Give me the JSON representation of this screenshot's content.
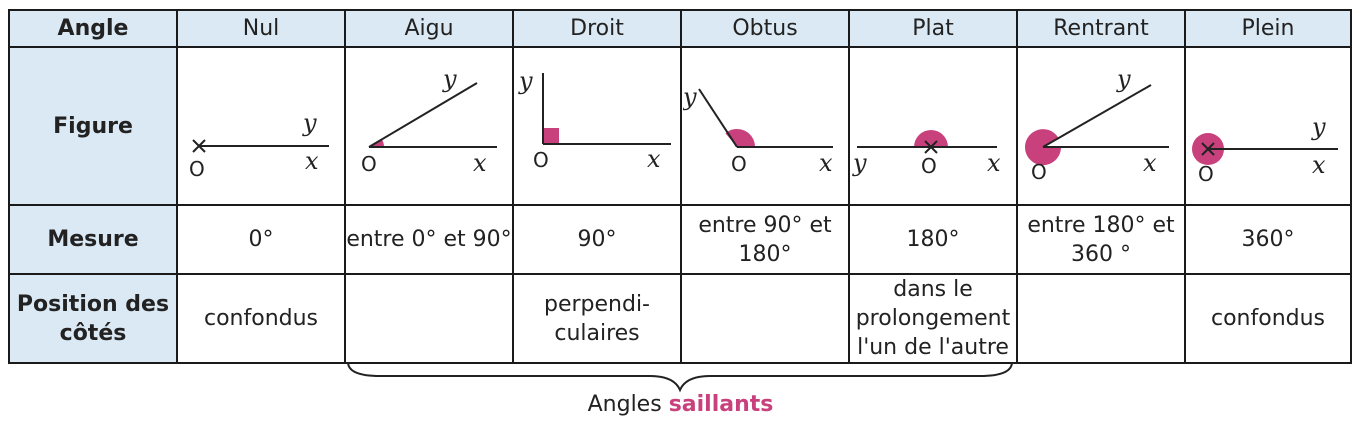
{
  "table": {
    "row_headers": {
      "angle": "Angle",
      "figure": "Figure",
      "mesure": "Mesure",
      "position": "Position des côtés"
    },
    "columns": [
      {
        "name": "Nul",
        "mesure": "0°",
        "position": "confondus"
      },
      {
        "name": "Aigu",
        "mesure": "entre 0° et 90°",
        "position": ""
      },
      {
        "name": "Droit",
        "mesure": "90°",
        "position": "perpendi-culaires"
      },
      {
        "name": "Obtus",
        "mesure": "entre 90° et 180°",
        "position": ""
      },
      {
        "name": "Plat",
        "mesure": "180°",
        "position": "dans le prolongement l'un de l'autre"
      },
      {
        "name": "Rentrant",
        "mesure": "entre 180° et 360 °",
        "position": ""
      },
      {
        "name": "Plein",
        "mesure": "360°",
        "position": "confondus"
      }
    ],
    "figure_labels": {
      "vertex": "O",
      "side1": "x",
      "side2": "y"
    }
  },
  "caption": {
    "prefix": "Angles",
    "highlight": "saillants"
  },
  "colors": {
    "accent": "#c8417c",
    "header_bg": "#dbe9f4",
    "border": "#1a1a1a"
  }
}
